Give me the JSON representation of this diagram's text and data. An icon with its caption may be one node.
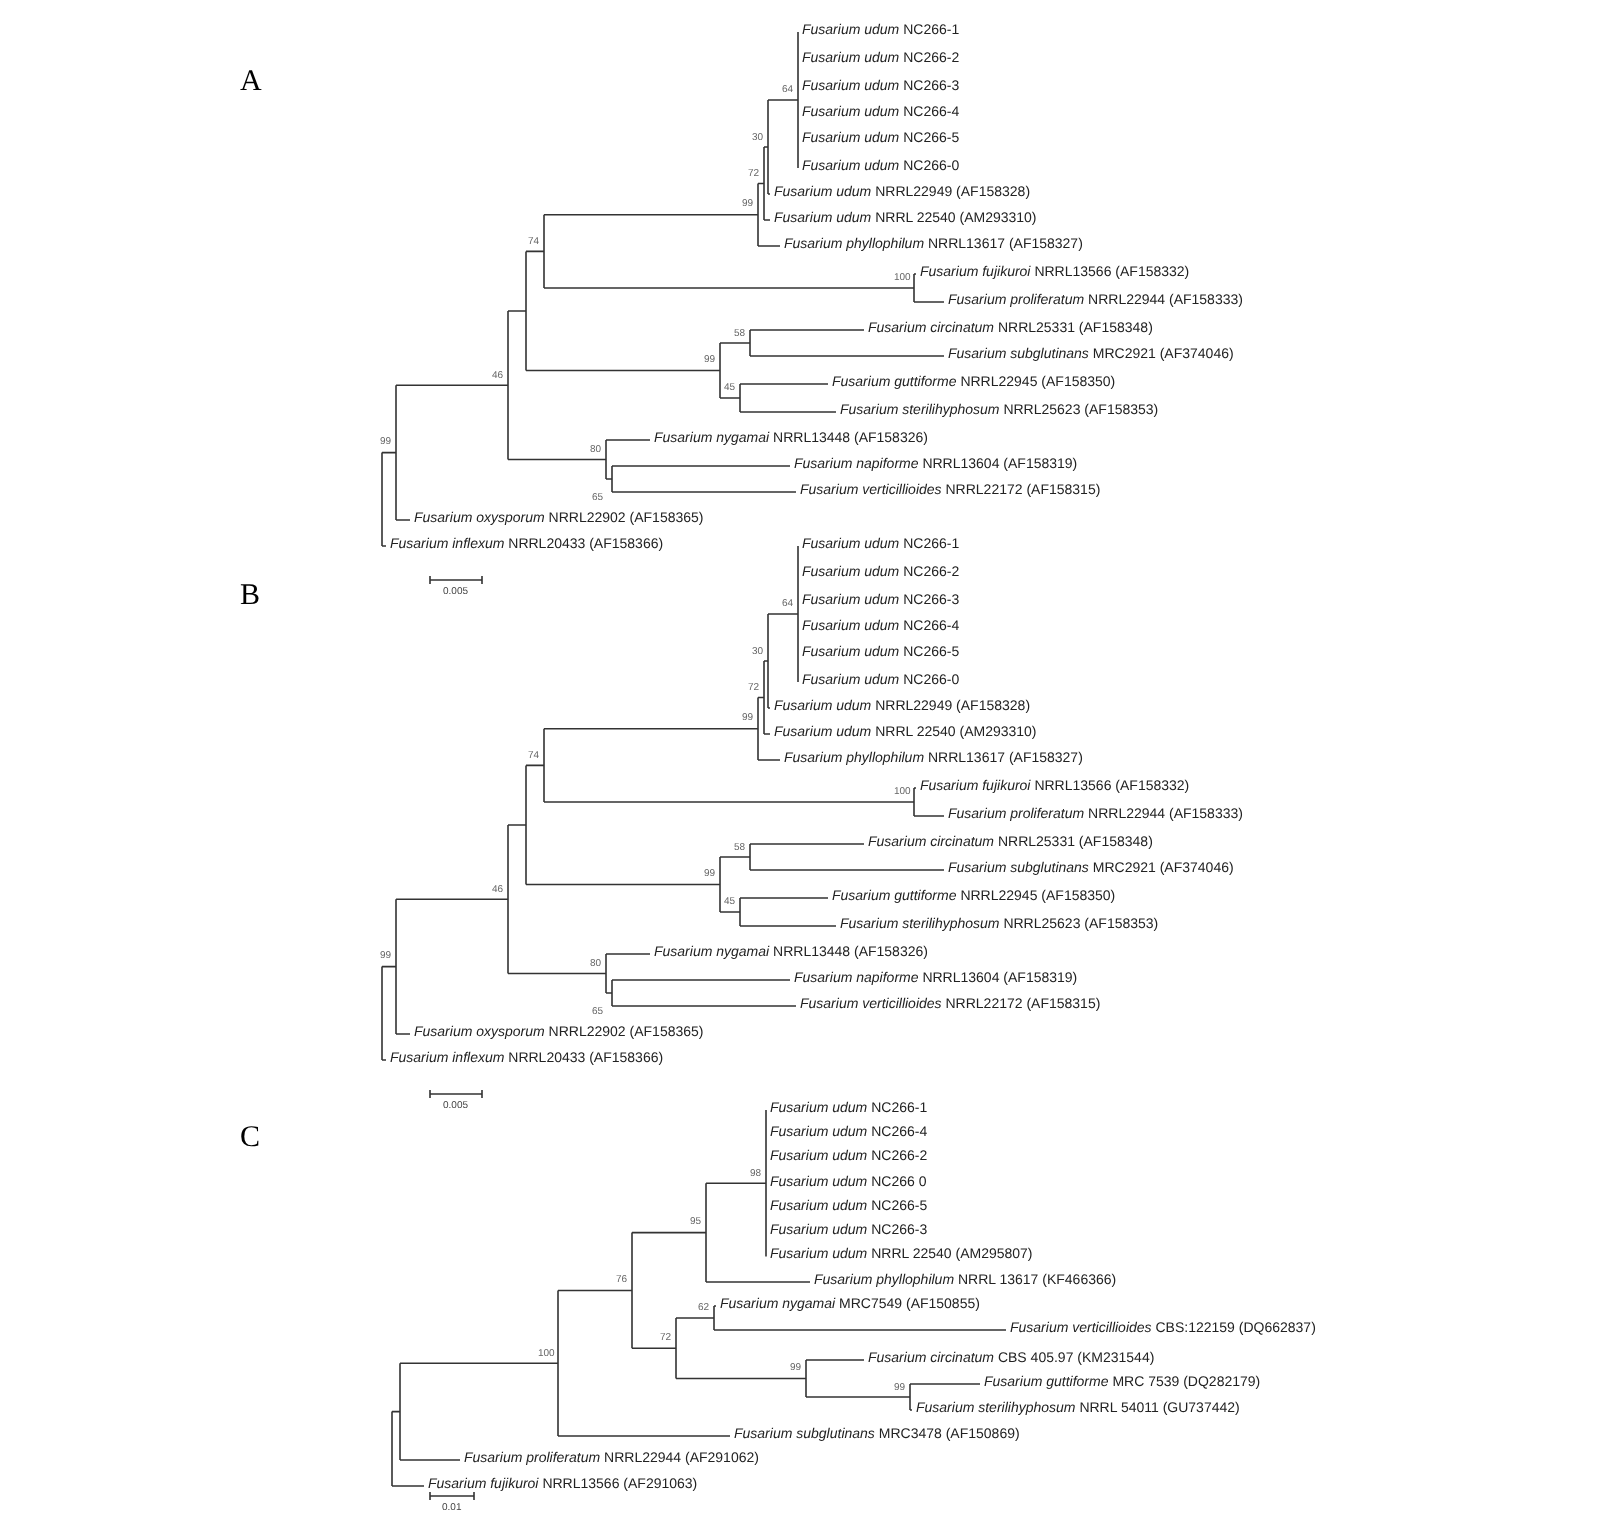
{
  "diagram": {
    "labels": [
      "A",
      "*Fusarium udum* NC266-1",
      "*Fusarium udum* NC266-2",
      "*Fusarium udum* NC266-3",
      "*Fusarium udum* NC266-4",
      "*Fusarium udum* NC266-5",
      "*Fusarium udum* NC266-0",
      "*Fusarium udum* NRRL22949 (AF158328)",
      "*Fusarium udum* NRRL 22540 (AM293310)",
      "*Fusarium phyllophilum* NRRL13617 (AF158327)",
      "*Fusarium fujikuroi* NRRL13566 (AF158332)",
      "*Fusarium proliferatum* NRRL22944 (AF158333)",
      "*Fusarium circinatum* NRRL25331 (AF158348)",
      "*Fusarium subglutinans* MRC2921 (AF374046)",
      "*Fusarium guttiforme* NRRL22945 (AF158350)",
      "*Fusarium sterilihyphosum* NRRL25623 (AF158353)",
      "*Fusarium nygamai* NRRL13448 (AF158326)",
      "*Fusarium napiforme* NRRL13604 (AF158319)",
      "*Fusarium verticillioides* NRRL22172 (AF158315)",
      "*Fusarium oxysporum* NRRL22902 (AF158365)",
      "*Fusarium inflexum* NRRL20433 (AF158366)",
      "64",
      "30",
      "72",
      "99",
      "74",
      "46",
      "100",
      "58",
      "99",
      "99",
      "45",
      "80",
      "65",
      "0.005",
      "B",
      "*Fusarium udum* NC266-1",
      "*Fusarium udum* NC266-2",
      "*Fusarium udum* NC266-3",
      "*Fusarium udum* NC266-4",
      "*Fusarium udum* NC266-5",
      "*Fusarium udum* NC266-0",
      "*Fusarium udum* NRRL22949 (AF158328)",
      "*Fusarium udum* NRRL 22540 (AM293310)",
      "*Fusarium phyllophilum* NRRL13617 (AF158327)",
      "*Fusarium fujikuroi* NRRL13566 (AF158332)",
      "*Fusarium proliferatum* NRRL22944 (AF158333)",
      "*Fusarium circinatum* NRRL25331 (AF158348)",
      "*Fusarium subglutinans* MRC2921 (AF374046)",
      "*Fusarium guttiforme* NRRL22945 (AF158350)",
      "*Fusarium sterilihyphosum* NRRL25623 (AF158353)",
      "*Fusarium nygamai* NRRL13448 (AF158326)",
      "*Fusarium napiforme* NRRL13604 (AF158319)",
      "*Fusarium verticillioides* NRRL22172 (AF158315)",
      "*Fusarium oxysporum* NRRL22902 (AF158365)",
      "*Fusarium inflexum* NRRL20433 (AF158366)",
      "64",
      "30",
      "72",
      "99",
      "74",
      "46",
      "100",
      "58",
      "99",
      "99",
      "45",
      "80",
      "65",
      "0.005",
      "C",
      "*Fusarium udum* NC266-1",
      "*Fusarium udum* NC266-4",
      "*Fusarium udum* NC266-2",
      "*Fusarium udum* NC266 0",
      "*Fusarium udum* NC266-5",
      "*Fusarium udum* NC266-3",
      "*Fusarium udum* NRRL 22540 (AM295807)",
      "*Fusarium phyllophilum* NRRL 13617 (KF466366)",
      "*Fusarium nygamai* MRC7549 (AF150855)",
      "*Fusarium verticillioides* CBS:122159 (DQ662837)",
      "*Fusarium circinatum* CBS 405.97 (KM231544)",
      "*Fusarium guttiforme* MRC 7539 (DQ282179)",
      "*Fusarium sterilihyphosum* NRRL 54011 (GU737442)",
      "*Fusarium subglutinans* MRC3478 (AF150869)",
      "*Fusarium proliferatum* NRRL22944 (AF291062)",
      "*Fusarium fujikuroi* NRRL13566 (AF291063)",
      "98",
      "95",
      "76",
      "62",
      "72",
      "100",
      "99",
      "99",
      "0.01"
    ]
  }
}
